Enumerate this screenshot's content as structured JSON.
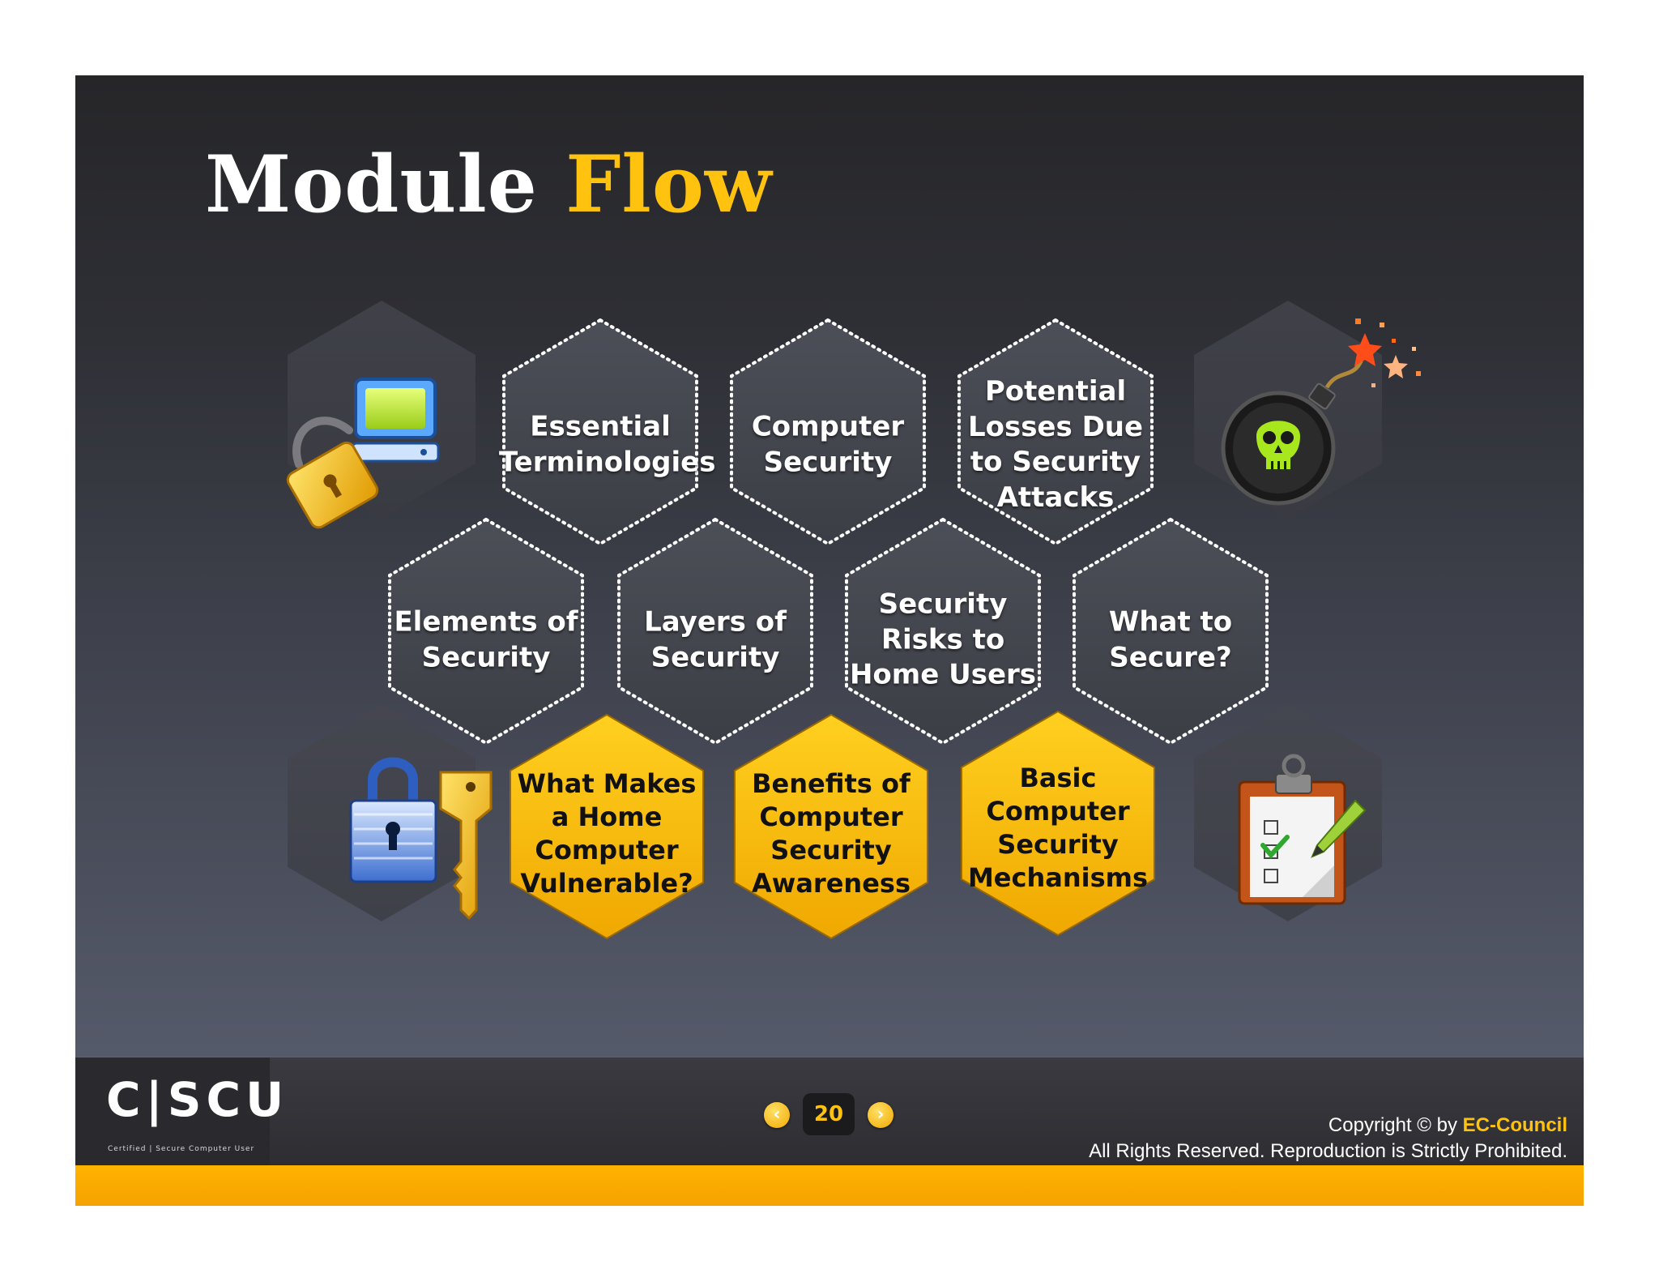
{
  "title": {
    "main": "Module",
    "accent": "Flow"
  },
  "colors": {
    "accent": "#ffc20e",
    "hex_dark": "#4a4c55",
    "hex_gold": "#ffc20e",
    "footer_bar": "#ffb300"
  },
  "topics": [
    {
      "label": "Essential\nTerminologies",
      "style": "dark"
    },
    {
      "label": "Computer\nSecurity",
      "style": "dark"
    },
    {
      "label": "Potential\nLosses Due\nto Security\nAttacks",
      "style": "dark"
    },
    {
      "label": "Elements of\nSecurity",
      "style": "dark"
    },
    {
      "label": "Layers of\nSecurity",
      "style": "dark"
    },
    {
      "label": "Security\nRisks to\nHome Users",
      "style": "dark"
    },
    {
      "label": "What to\nSecure?",
      "style": "dark"
    },
    {
      "label": "What Makes\na Home\nComputer\nVulnerable?",
      "style": "gold"
    },
    {
      "label": "Benefits of\nComputer\nSecurity\nAwareness",
      "style": "gold"
    },
    {
      "label": "Basic\nComputer\nSecurity\nMechanisms",
      "style": "gold"
    }
  ],
  "icons": [
    "padlock-computer-icon",
    "skull-bomb-icon",
    "padlock-key-icon",
    "checklist-clipboard-icon"
  ],
  "footer": {
    "logo": "C|SCU",
    "logo_sub": "Certified | Secure Computer User",
    "page_number": "20",
    "prev_icon": "chevron-left-icon",
    "next_icon": "chevron-right-icon",
    "copyright_prefix": "Copyright © by ",
    "copyright_brand": "EC-Council",
    "rights": "All Rights Reserved. Reproduction is Strictly Prohibited."
  }
}
